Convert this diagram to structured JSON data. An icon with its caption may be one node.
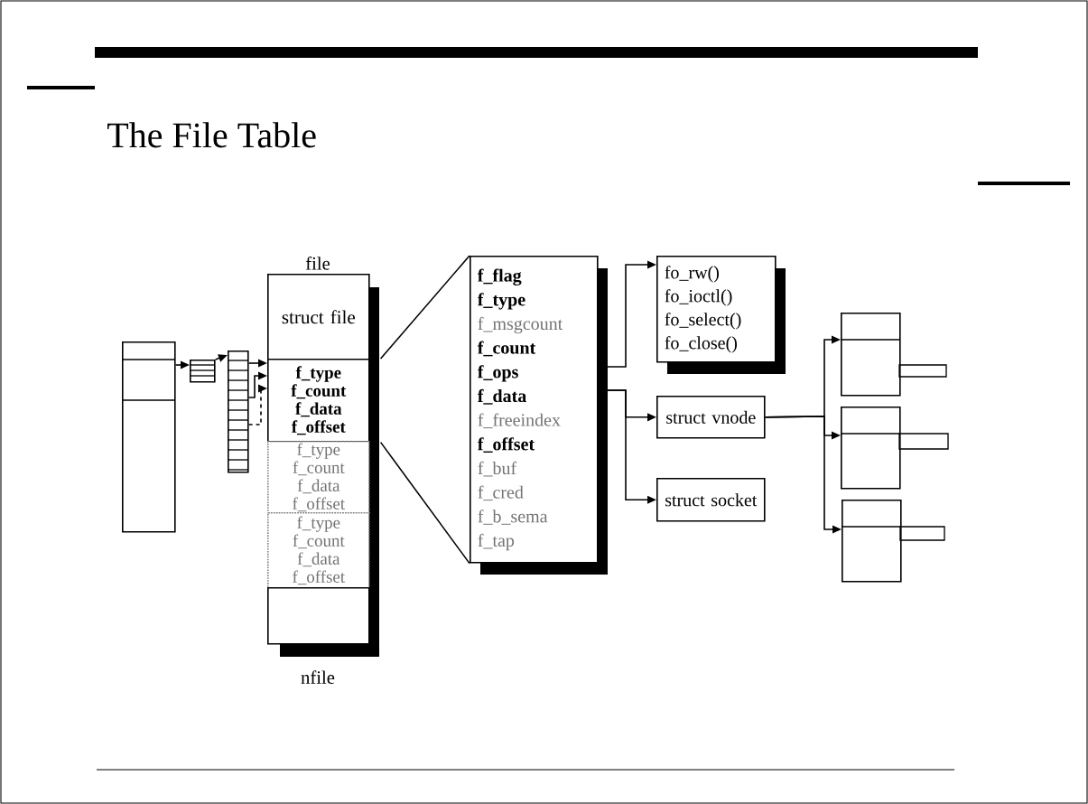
{
  "diagram": {
    "title": "The File Table",
    "nodes": [
      {
        "text": [],
        "shape": "box"
      },
      {
        "text": [],
        "shape": "box"
      },
      {
        "text": [],
        "shape": "box"
      },
      {
        "text": [
          "struct file"
        ],
        "beside": [
          "file"
        ]
      },
      {
        "text": [
          "f_type",
          "f_count",
          "f_data",
          "f_offset"
        ]
      },
      {
        "text": [
          "f_type",
          "f_count",
          "f_data",
          "f_offset"
        ]
      },
      {
        "text": [
          "f_type",
          "f_count",
          "f_data",
          "f_offset"
        ]
      },
      {
        "text": [],
        "shape": "box",
        "beside": [
          "nfile"
        ]
      },
      {
        "text": [
          "f_flag",
          "f_type",
          "f_msgcount",
          "f_count",
          "f_ops",
          "f_data",
          "f_freeindex",
          "f_offset",
          "f_buf",
          "f_cred",
          "f_b_sema",
          "f_tap"
        ]
      },
      {
        "text": [
          "fo_rw()",
          "fo_ioctl()",
          "fo_select()",
          "fo_close()"
        ]
      },
      {
        "text": [
          "struct vnode"
        ]
      },
      {
        "text": [
          "struct socket"
        ]
      },
      {
        "text": [],
        "shape": "box"
      },
      {
        "text": [],
        "shape": "box"
      },
      {
        "text": [],
        "shape": "box"
      }
    ],
    "edges": [
      {
        "from": 0,
        "to": 1,
        "arrow": "to"
      },
      {
        "from": 1,
        "to": 2,
        "arrow": "to"
      },
      {
        "from": 2,
        "to": 4,
        "arrow": "to"
      },
      {
        "from": 2,
        "to": 4,
        "arrow": "to"
      },
      {
        "from": 2,
        "to": 4,
        "arrow": "to",
        "style": "dashed"
      },
      {
        "from": 4,
        "to": 8,
        "arrow": "none"
      },
      {
        "from": 4,
        "to": 8,
        "arrow": "none"
      },
      {
        "from": 8,
        "to": 9,
        "arrow": "to"
      },
      {
        "from": 8,
        "to": 10,
        "arrow": "to"
      },
      {
        "from": 8,
        "to": 11,
        "arrow": "to"
      },
      {
        "from": 10,
        "to": 12,
        "arrow": "to"
      },
      {
        "from": 10,
        "to": 13,
        "arrow": "to"
      },
      {
        "from": 10,
        "to": 14,
        "arrow": "to"
      }
    ]
  }
}
